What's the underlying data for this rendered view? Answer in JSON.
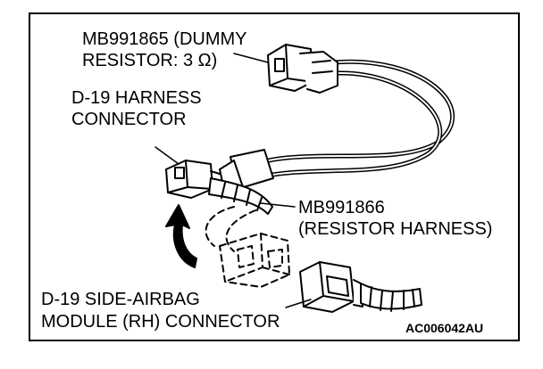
{
  "labels": {
    "dummy_resistor_line1": "MB991865 (DUMMY",
    "dummy_resistor_line2": "RESISTOR: 3 Ω)",
    "harness_connector_line1": "D-19 HARNESS",
    "harness_connector_line2": "CONNECTOR",
    "resistor_harness_line1": "MB991866",
    "resistor_harness_line2": "(RESISTOR HARNESS)",
    "airbag_connector_line1": "D-19 SIDE-AIRBAG",
    "airbag_connector_line2": "MODULE (RH) CONNECTOR"
  },
  "figure_code": "AC006042AU",
  "colors": {
    "ink": "#000000",
    "paper": "#ffffff"
  },
  "icons": {
    "arrow": "curved-up-arrow-icon"
  }
}
